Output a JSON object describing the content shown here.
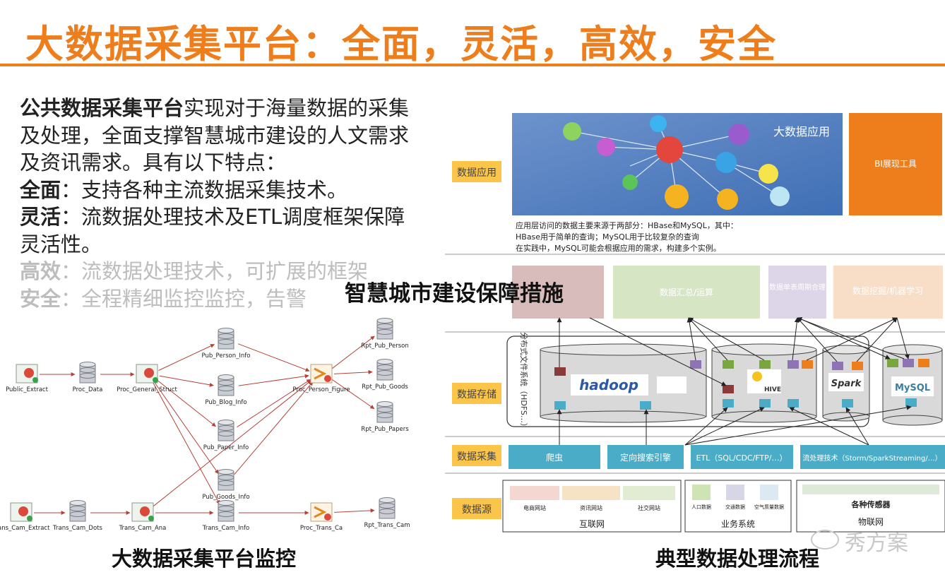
{
  "title": "大数据采集平台：全面，灵活，高效，安全",
  "intro": {
    "lead_bold": "公共数据采集平台",
    "lead_rest": "实现对于海量数据的采集及处理，全面支撑智慧城市建设的人文需求及资讯需求。具有以下特点：",
    "features": [
      {
        "label": "全面",
        "text": "：支持各种主流数据采集技术。"
      },
      {
        "label": "灵活",
        "text": "：流数据处理技术及ETL调度框架保障灵活性。"
      },
      {
        "label": "高效",
        "text": "：流数据处理技术，可扩展的框架"
      },
      {
        "label": "安全",
        "text": "：全程精细监控监控，告警"
      }
    ]
  },
  "overlay_caption": "智慧城市建设保障措施",
  "captions": {
    "left": "大数据采集平台监控",
    "right": "典型数据处理流程"
  },
  "watermark": "秀方案",
  "flow_nodes": [
    {
      "id": "public_extract",
      "label": "Public_Extract",
      "kind": "extract"
    },
    {
      "id": "proc_data",
      "label": "Proc_Data",
      "kind": "db"
    },
    {
      "id": "proc_general",
      "label": "Proc_General_Struct",
      "kind": "extract"
    },
    {
      "id": "pub_person",
      "label": "Pub_Person_Info",
      "kind": "db"
    },
    {
      "id": "pub_blog",
      "label": "Pub_Blog_Info",
      "kind": "db"
    },
    {
      "id": "pub_paper",
      "label": "Pub_Paper_Info",
      "kind": "db"
    },
    {
      "id": "pub_goods",
      "label": "Pub_Goods_Info",
      "kind": "db"
    },
    {
      "id": "proc_person",
      "label": "Proc_Person_Figure",
      "kind": "merge"
    },
    {
      "id": "rpt_person",
      "label": "Rpt_Pub_Person",
      "kind": "db"
    },
    {
      "id": "rpt_goods",
      "label": "Rpt_Pub_Goods",
      "kind": "db"
    },
    {
      "id": "rpt_papers",
      "label": "Rpt_Pub_Papers",
      "kind": "db"
    },
    {
      "id": "trans_extract",
      "label": "Trans_Cam_Extract",
      "kind": "extract"
    },
    {
      "id": "trans_dots",
      "label": "Trans_Cam_Dots",
      "kind": "db"
    },
    {
      "id": "trans_ana",
      "label": "Trans_Cam_Ana",
      "kind": "extract"
    },
    {
      "id": "trans_info",
      "label": "Trans_Cam_Info",
      "kind": "db"
    },
    {
      "id": "proc_trans",
      "label": "Proc_Trans_Ca",
      "kind": "merge"
    },
    {
      "id": "rpt_trans",
      "label": "Rpt_Trans_Cam",
      "kind": "db"
    }
  ],
  "arch": {
    "layers": {
      "app": "数据应用",
      "storage": "数据存储",
      "collect": "数据采集",
      "source": "数据源"
    },
    "app_panel_title": "大数据应用",
    "bi_tool": "BI展现工具",
    "app_note": [
      "应用层访问的数据主要来源于两部分：HBase和MySQL，其中：",
      "HBase用于简单的查询；MySQL用于比较复杂的查询",
      "在实践中，MySQL可能会根据应用的需求，构建多个实例。"
    ],
    "processing": [
      "数据汇总/运算",
      "数据单表周期合理",
      "数据挖掘/机器学习"
    ],
    "storage_vertical": "分布式文件系统（HDFS…）",
    "tech": {
      "hadoop": "hadoop",
      "hive": "HIVE",
      "spark": "Spark",
      "mysql": "MySQL"
    },
    "collect_items": [
      "爬虫",
      "定向搜索引擎",
      "ETL（SQL/CDC/FTP/…）",
      "流处理技术（Storm/SparkStreaming/…）"
    ],
    "source_items": [
      {
        "title": "互联网",
        "subs": [
          "电商网站",
          "资讯网站",
          "社交网站"
        ]
      },
      {
        "title": "业务系统",
        "subs": [
          "人口数据",
          "交通数据",
          "空气质量数据"
        ]
      },
      {
        "title": "物联网",
        "subs": [
          "各种传感器"
        ]
      }
    ],
    "colors": {
      "teal": "#4aacc6",
      "orange": "#ee7d1b",
      "gold": "#fbc54a",
      "green": "#7aa640",
      "purple": "#8f74b4",
      "maroon": "#8b3a3a"
    }
  }
}
